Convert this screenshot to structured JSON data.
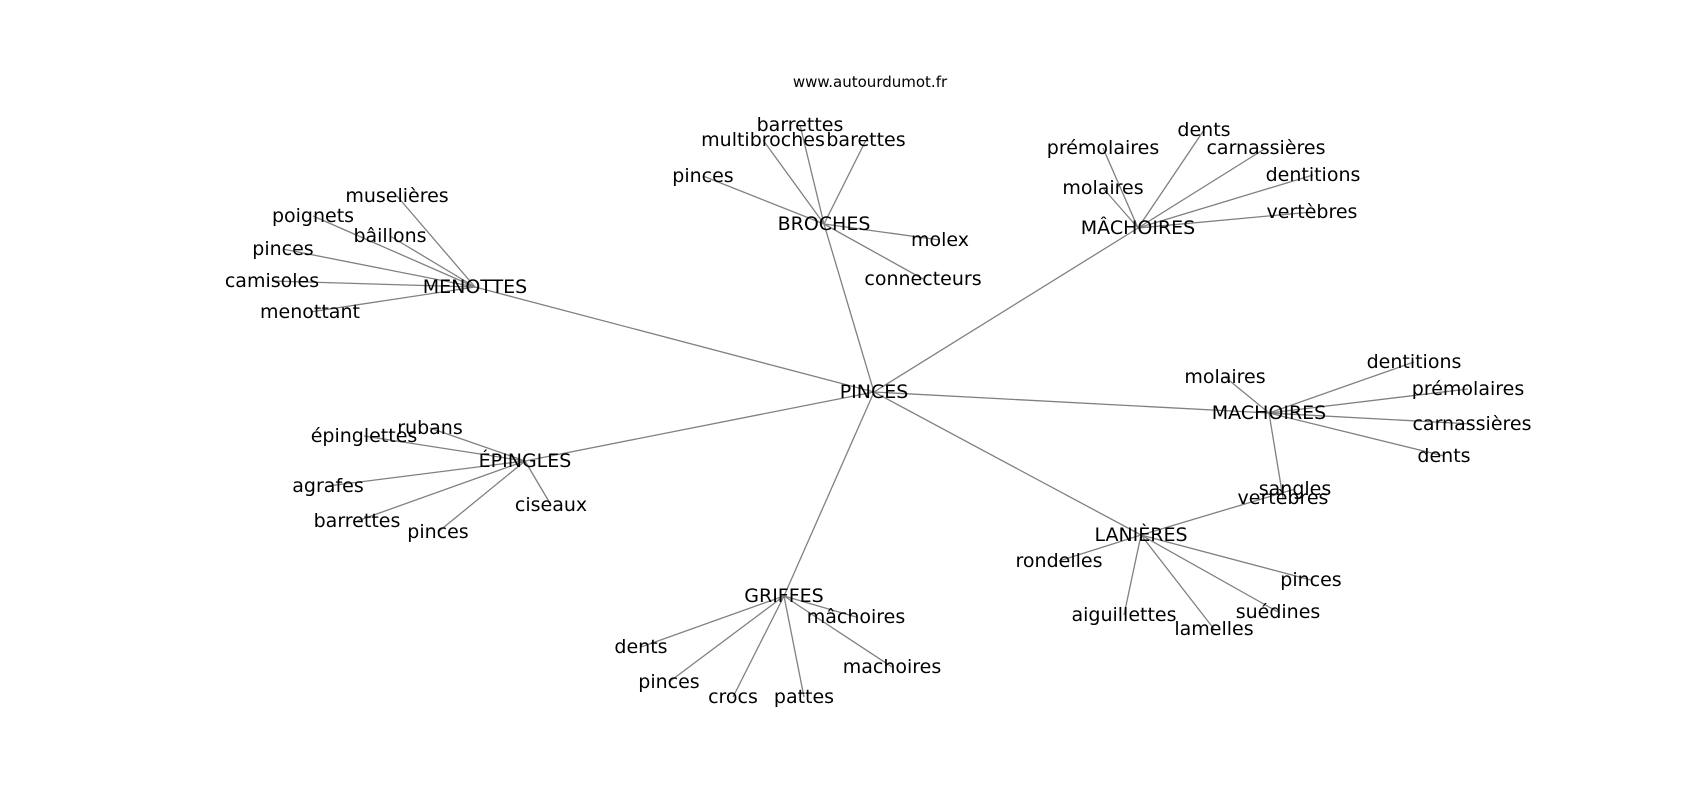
{
  "source_credit": "www.autourdumot.fr",
  "graph": {
    "root": "PINCES",
    "clusters": [
      {
        "label": "BROCHES",
        "children": [
          "barrettes",
          "multibroches",
          "barettes",
          "pinces",
          "molex",
          "connecteurs"
        ]
      },
      {
        "label": "MÂCHOIRES",
        "children": [
          "dents",
          "prémolaires",
          "carnassières",
          "dentitions",
          "molaires",
          "vertèbres"
        ]
      },
      {
        "label": "MENOTTES",
        "children": [
          "muselières",
          "poignets",
          "bâillons",
          "pinces",
          "camisoles",
          "menottant"
        ]
      },
      {
        "label": "MACHOIRES",
        "children": [
          "dentitions",
          "molaires",
          "prémolaires",
          "carnassières",
          "dents",
          "vertèbres"
        ]
      },
      {
        "label": "ÉPINGLES",
        "children": [
          "rubans",
          "épinglettes",
          "agrafes",
          "barrettes",
          "ciseaux",
          "pinces"
        ]
      },
      {
        "label": "LANIÈRES",
        "children": [
          "sangles",
          "rondelles",
          "pinces",
          "aiguillettes",
          "suédines",
          "lamelles"
        ]
      },
      {
        "label": "GRIFFES",
        "children": [
          "mâchoires",
          "dents",
          "machoires",
          "pinces",
          "crocs",
          "pattes"
        ]
      }
    ]
  }
}
